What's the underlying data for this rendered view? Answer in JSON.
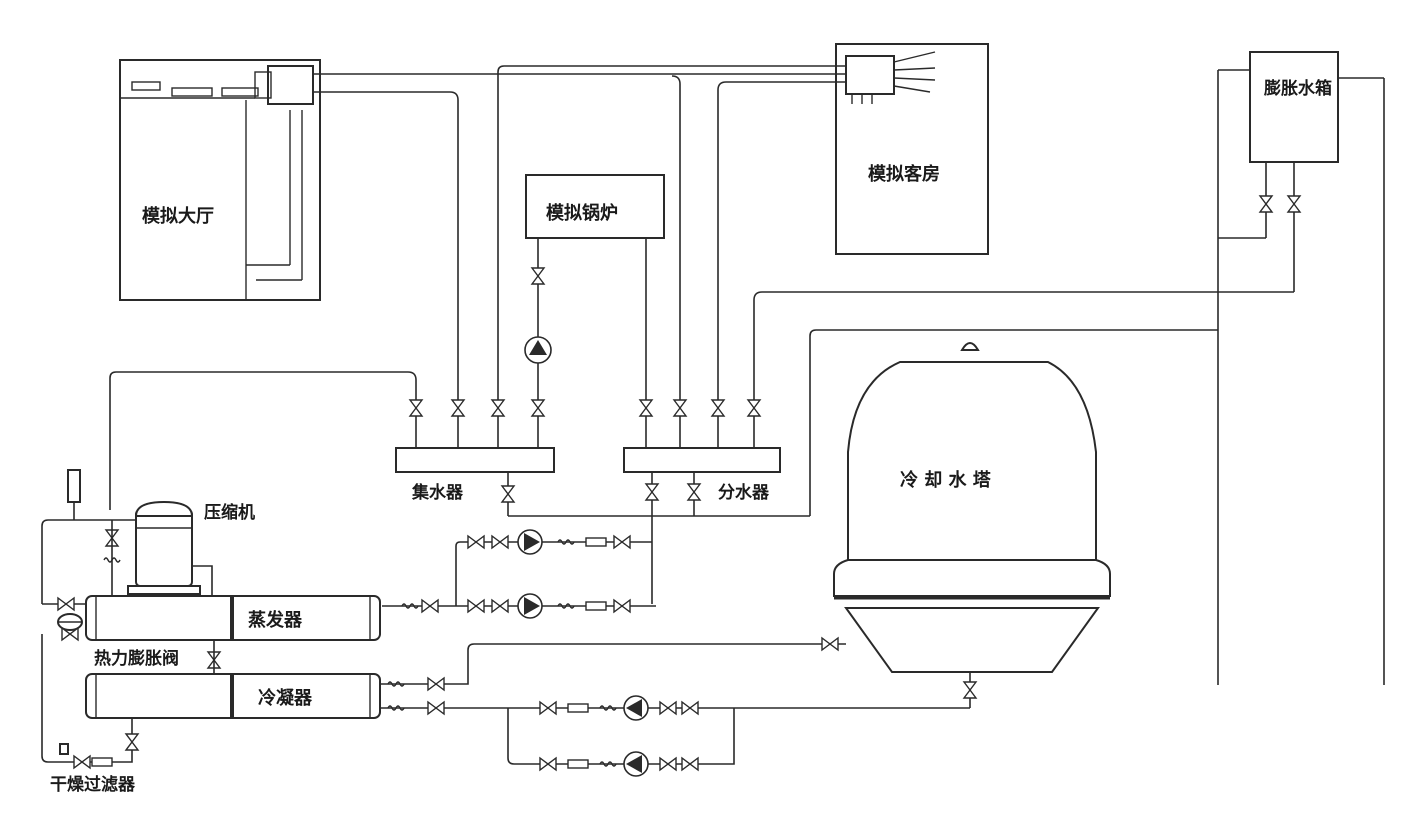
{
  "labels": {
    "lobby": "模拟大厅",
    "boiler": "模拟锅炉",
    "guest_room": "模拟客房",
    "expansion_tank": "膨胀水箱",
    "cooling_tower": "冷 却 水 塔",
    "compressor": "压缩机",
    "collector": "集水器",
    "distributor": "分水器",
    "evaporator": "蒸发器",
    "expansion_valve": "热力膨胀阀",
    "condenser": "冷凝器",
    "filter_drier": "干燥过滤器"
  },
  "colors": {
    "line": "#2a2a2a",
    "background": "#ffffff"
  }
}
